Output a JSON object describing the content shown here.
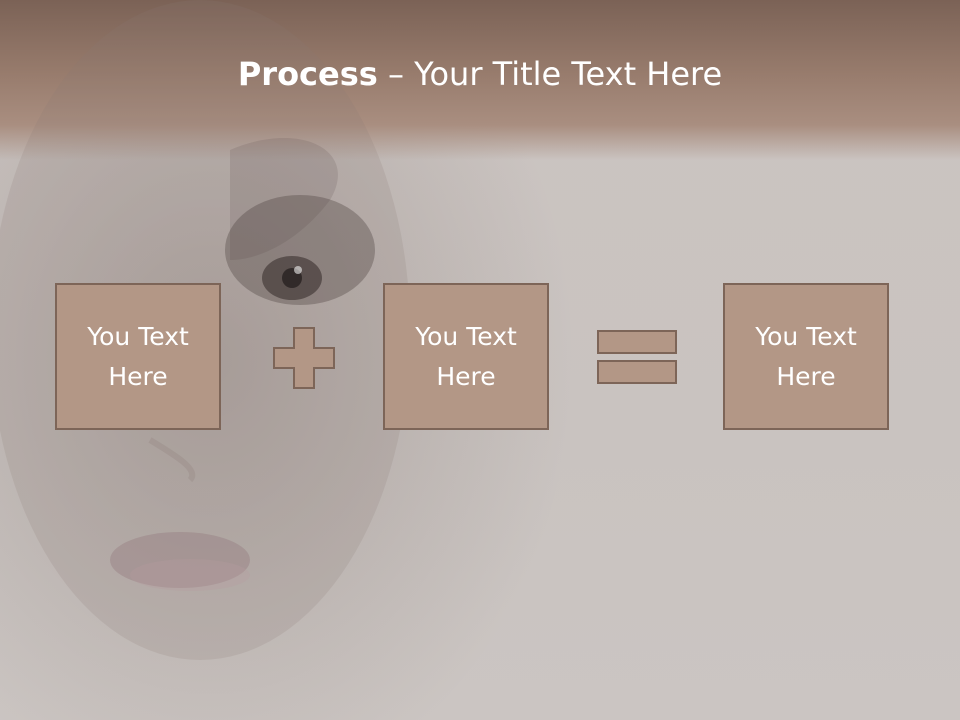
{
  "slide": {
    "title_bold": "Process",
    "title_rest": " – Your Title Text Here"
  },
  "boxes": [
    {
      "label": "You Text Here"
    },
    {
      "label": "You Text Here"
    },
    {
      "label": "You Text Here"
    }
  ],
  "operators": {
    "first": "plus-icon",
    "second": "equals-icon"
  },
  "colors": {
    "box_fill": "#b39786",
    "box_border": "#7d6558",
    "header": "#977b6c",
    "background": "#c9c2bf"
  }
}
